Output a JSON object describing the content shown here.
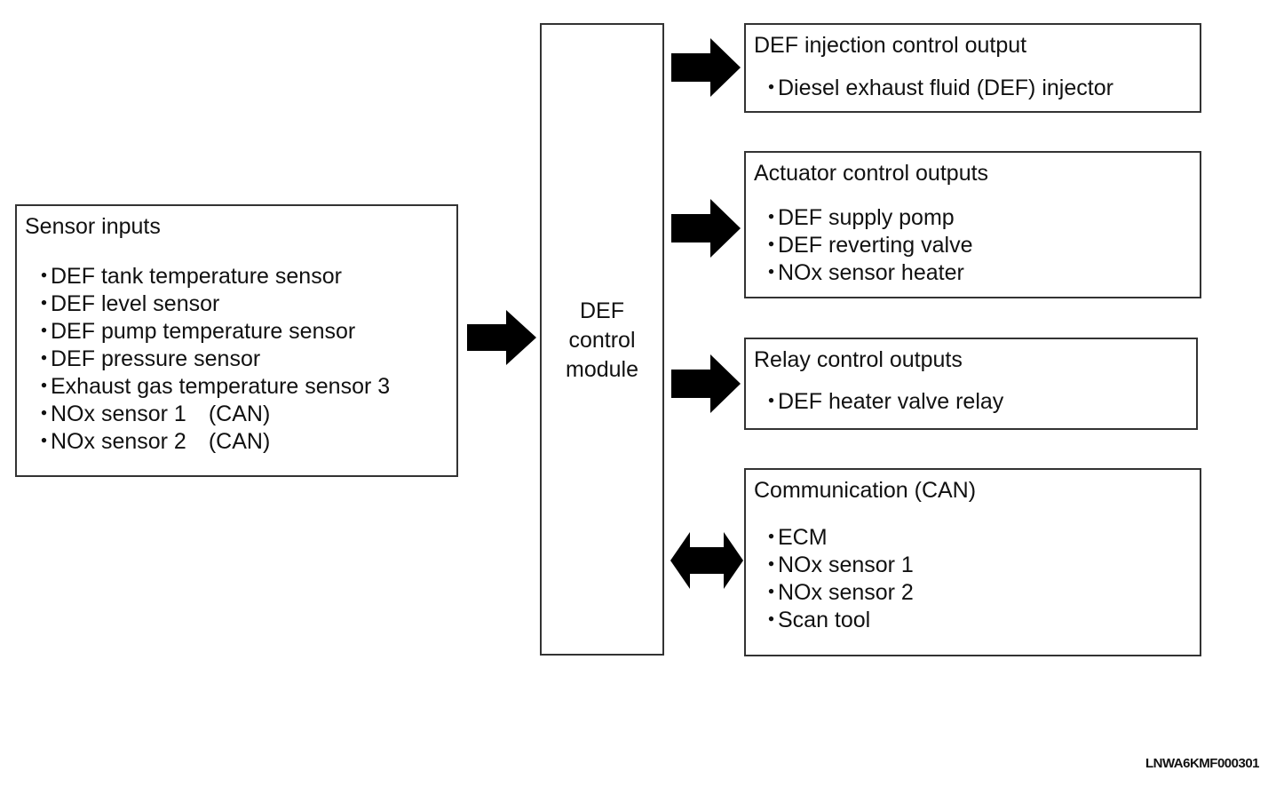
{
  "sensor_inputs": {
    "title": "Sensor inputs",
    "items": [
      "DEF tank temperature sensor",
      "DEF level sensor",
      "DEF pump temperature sensor",
      "DEF pressure sensor",
      "Exhaust gas temperature sensor 3",
      "NOx sensor 1　(CAN)",
      "NOx sensor 2　(CAN)"
    ]
  },
  "module": {
    "label": "DEF\ncontrol\nmodule"
  },
  "outputs": {
    "injection": {
      "title": "DEF injection control output",
      "items": [
        "Diesel exhaust fluid (DEF) injector"
      ]
    },
    "actuator": {
      "title": "Actuator control outputs",
      "items": [
        "DEF supply pomp",
        "DEF reverting valve",
        "NOx sensor heater"
      ]
    },
    "relay": {
      "title": "Relay control outputs",
      "items": [
        "DEF heater valve relay"
      ]
    },
    "communication": {
      "title": "Communication (CAN)",
      "items": [
        "ECM",
        "NOx sensor 1",
        "NOx sensor 2",
        "Scan tool"
      ]
    }
  },
  "bullet_glyph": "・",
  "figure_id": "LNWA6KMF000301",
  "colors": {
    "border": "#333333",
    "arrow": "#000000",
    "text": "#111111"
  }
}
